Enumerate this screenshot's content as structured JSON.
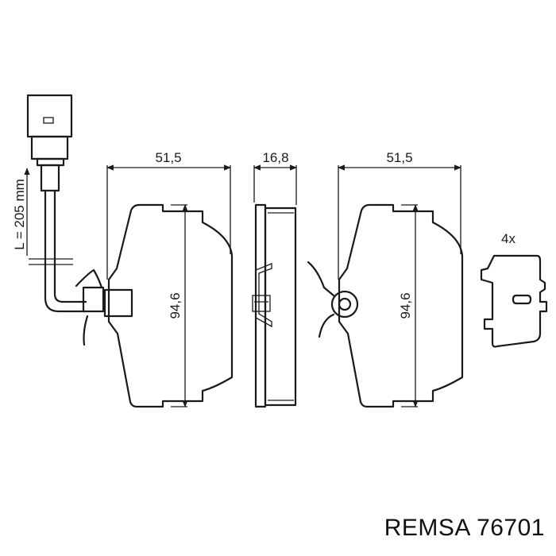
{
  "dimensions": {
    "pad_left_width": "51,5",
    "pad_thickness": "16,8",
    "pad_right_width": "51,5",
    "pad_left_height": "94,6",
    "pad_right_height": "94,6",
    "cable_length": "L = 205 mm"
  },
  "spring_clip_quantity": "4x",
  "caption": "REMSA 76701",
  "colors": {
    "line": "#1a1a1a",
    "background": "#ffffff"
  }
}
